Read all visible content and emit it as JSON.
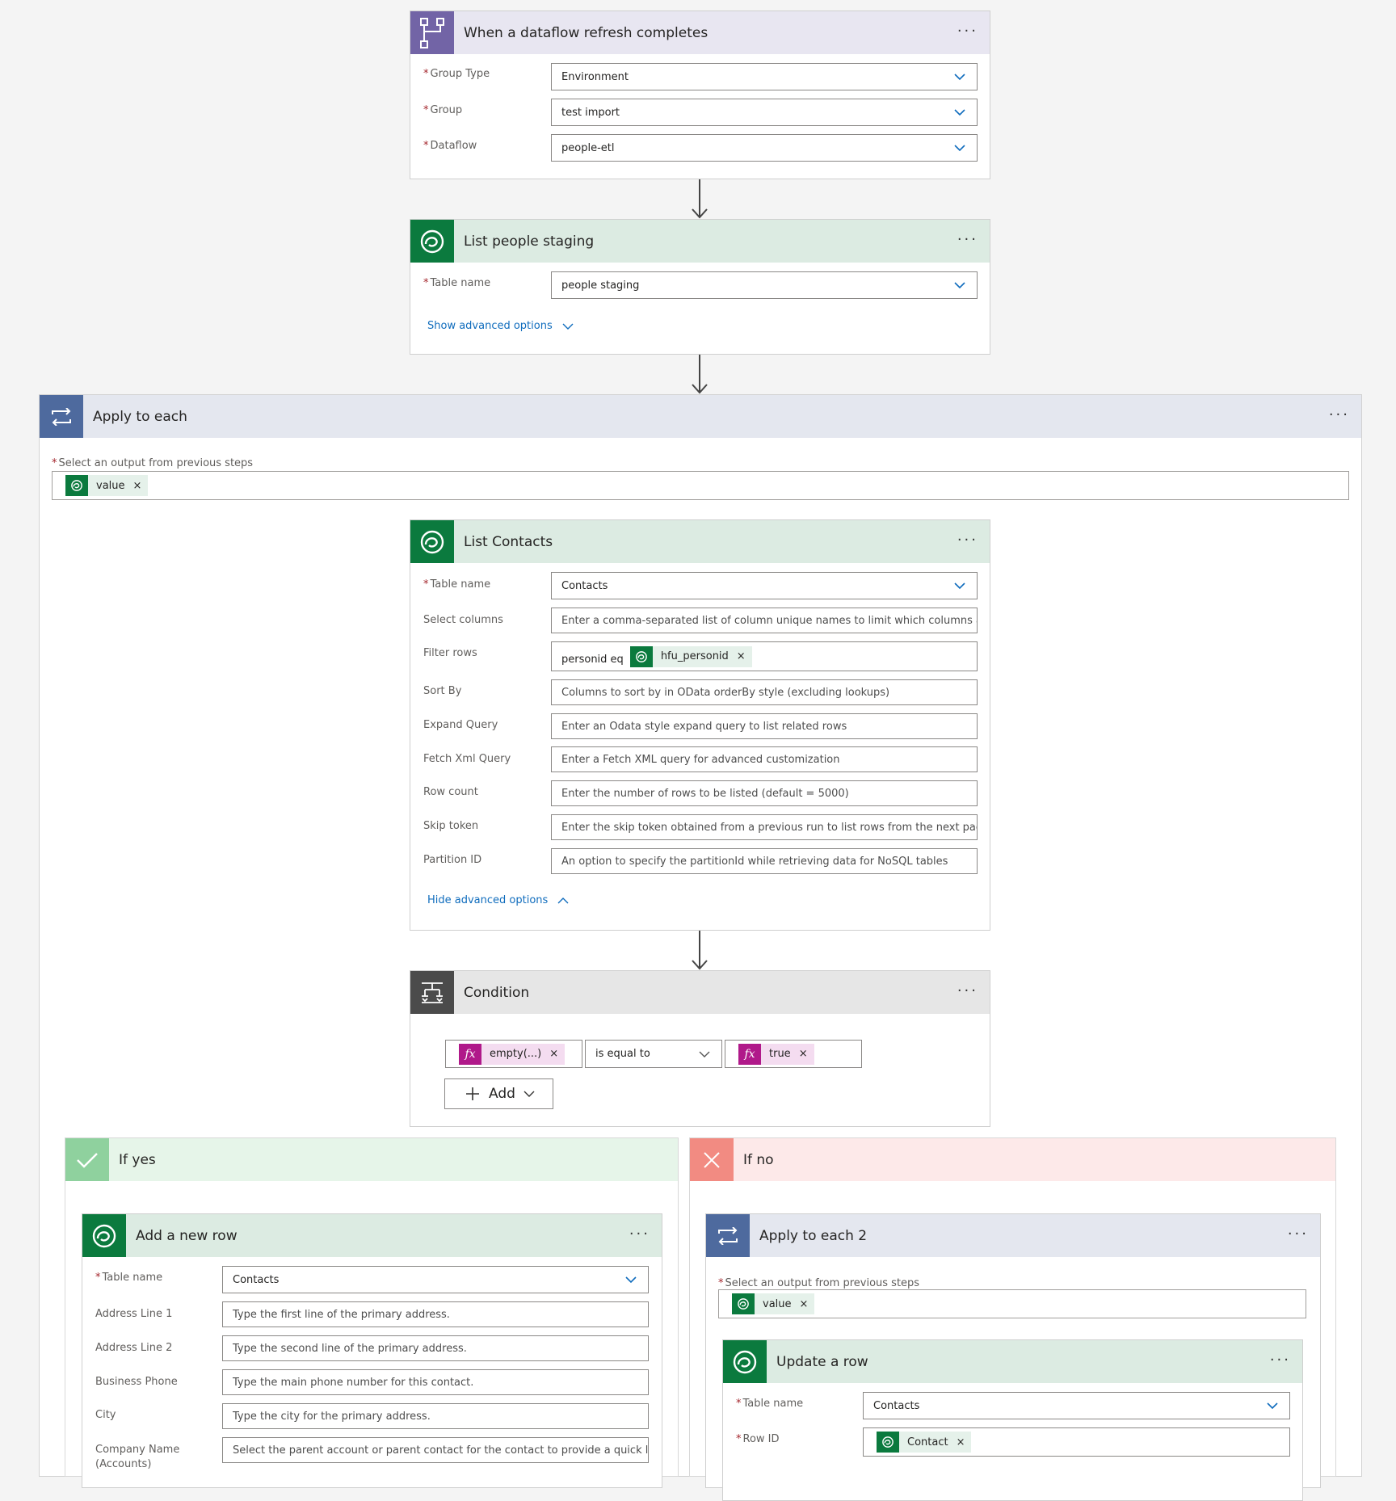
{
  "trigger": {
    "title": "When a dataflow refresh completes",
    "fields": [
      {
        "label": "Group Type",
        "value": "Environment"
      },
      {
        "label": "Group",
        "value": "test import"
      },
      {
        "label": "Dataflow",
        "value": "people-etl"
      }
    ]
  },
  "list_staging": {
    "title": "List people staging",
    "table_label": "Table name",
    "table_value": "people staging",
    "advanced_link": "Show advanced options"
  },
  "apply_each": {
    "title": "Apply to each",
    "select_label": "Select an output from previous steps",
    "token": "value"
  },
  "list_contacts": {
    "title": "List Contacts",
    "table_label": "Table name",
    "table_value": "Contacts",
    "filter_label": "Filter rows",
    "filter_prefix": "personid eq",
    "filter_token": "hfu_personid",
    "fields": [
      {
        "label": "Select columns",
        "placeholder": "Enter a comma-separated list of column unique names to limit which columns a"
      },
      {
        "label": "Sort By",
        "placeholder": "Columns to sort by in OData orderBy style (excluding lookups)"
      },
      {
        "label": "Expand Query",
        "placeholder": "Enter an Odata style expand query to list related rows"
      },
      {
        "label": "Fetch Xml Query",
        "placeholder": "Enter a Fetch XML query for advanced customization"
      },
      {
        "label": "Row count",
        "placeholder": "Enter the number of rows to be listed (default = 5000)"
      },
      {
        "label": "Skip token",
        "placeholder": "Enter the skip token obtained from a previous run to list rows from the next pag"
      },
      {
        "label": "Partition ID",
        "placeholder": "An option to specify the partitionId while retrieving data for NoSQL tables"
      }
    ],
    "advanced_link": "Hide advanced options"
  },
  "condition": {
    "title": "Condition",
    "left_token": "empty(...)",
    "operator": "is equal to",
    "right_token": "true",
    "fx_icon": "fx",
    "add_label": "Add"
  },
  "if_yes": {
    "title": "If yes",
    "action": {
      "title": "Add a new row",
      "table_label": "Table name",
      "table_value": "Contacts",
      "fields": [
        {
          "label": "Address Line 1",
          "placeholder": "Type the first line of the primary address."
        },
        {
          "label": "Address Line 2",
          "placeholder": "Type the second line of the primary address."
        },
        {
          "label": "Business Phone",
          "placeholder": "Type the main phone number for this contact."
        },
        {
          "label": "City",
          "placeholder": "Type the city for the primary address."
        },
        {
          "label": "Company Name",
          "placeholder": "Select the parent account or parent contact for the contact to provide a quick li"
        }
      ],
      "company_sub": "(Accounts)"
    }
  },
  "if_no": {
    "title": "If no",
    "apply_each2": {
      "title": "Apply to each 2",
      "select_label": "Select an output from previous steps",
      "token": "value"
    },
    "update_row": {
      "title": "Update a row",
      "table_label": "Table name",
      "table_value": "Contacts",
      "rowid_label": "Row ID",
      "rowid_token": "Contact"
    }
  },
  "ellipsis": "···",
  "required_mark": "*",
  "colors": {
    "purple_header": "#e8e6f1",
    "green_header": "#dcebe2",
    "blue_header": "#e4e7ef",
    "yes_header": "#e6f5e9",
    "no_header": "#fde9e9",
    "link": "#0f6cbd"
  }
}
